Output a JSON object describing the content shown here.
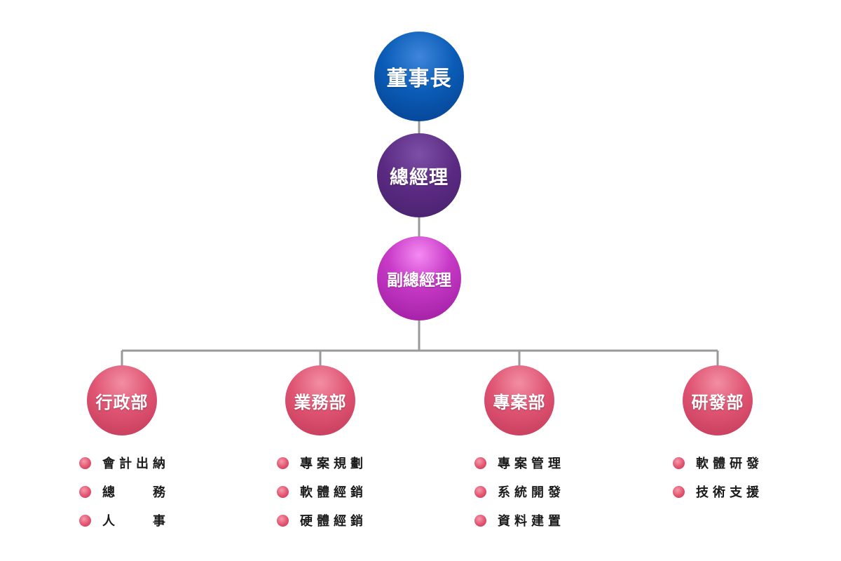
{
  "colors": {
    "connector": "#9a9a9a",
    "chairman": "#0a5cb6",
    "general_manager": "#5a2a82",
    "deputy_general_manager": "#c73ac6",
    "department": "#df5472",
    "bullet": "#e2536f"
  },
  "chairman": {
    "label": "董事長"
  },
  "general_manager": {
    "label": "總經理"
  },
  "deputy_general_manager": {
    "label": "副總經理"
  },
  "departments": [
    {
      "label": "行政部",
      "items": [
        "會計出納",
        "總　　務",
        "人　　事"
      ]
    },
    {
      "label": "業務部",
      "items": [
        "專案規劃",
        "軟體經銷",
        "硬體經銷"
      ]
    },
    {
      "label": "專案部",
      "items": [
        "專案管理",
        "系統開發",
        "資料建置"
      ]
    },
    {
      "label": "研發部",
      "items": [
        "軟體研發",
        "技術支援"
      ]
    }
  ]
}
